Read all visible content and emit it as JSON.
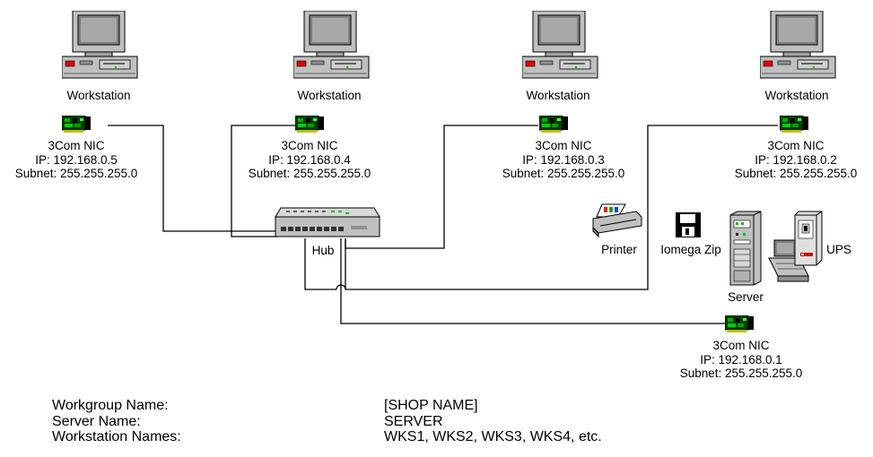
{
  "workstations": [
    {
      "label": "Workstation",
      "nic": "3Com NIC",
      "ip": "IP: 192.168.0.5",
      "subnet": "Subnet: 255.255.255.0"
    },
    {
      "label": "Workstation",
      "nic": "3Com NIC",
      "ip": "IP: 192.168.0.4",
      "subnet": "Subnet: 255.255.255.0"
    },
    {
      "label": "Workstation",
      "nic": "3Com NIC",
      "ip": "IP: 192.168.0.3",
      "subnet": "Subnet: 255.255.255.0"
    },
    {
      "label": "Workstation",
      "nic": "3Com NIC",
      "ip": "IP: 192.168.0.2",
      "subnet": "Subnet: 255.255.255.0"
    }
  ],
  "hub": {
    "label": "Hub"
  },
  "printer": {
    "label": "Printer"
  },
  "zip": {
    "label": "Iomega Zip"
  },
  "ups": {
    "label": "UPS"
  },
  "server": {
    "label": "Server",
    "nic": "3Com NIC",
    "ip": "IP: 192.168.0.1",
    "subnet": "Subnet: 255.255.255.0"
  },
  "info": {
    "labels": [
      "Workgroup Name:",
      "Server Name:",
      "Workstation Names:"
    ],
    "values": [
      "[SHOP NAME]",
      "SERVER",
      "WKS1, WKS2, WKS3, WKS4, etc."
    ]
  },
  "icons": {
    "workstation": "desktop-computer-icon",
    "nic": "network-card-icon",
    "hub": "hub-icon",
    "printer": "printer-icon",
    "zip": "floppy-disk-icon",
    "server": "server-tower-icon",
    "ups": "ups-icon"
  }
}
